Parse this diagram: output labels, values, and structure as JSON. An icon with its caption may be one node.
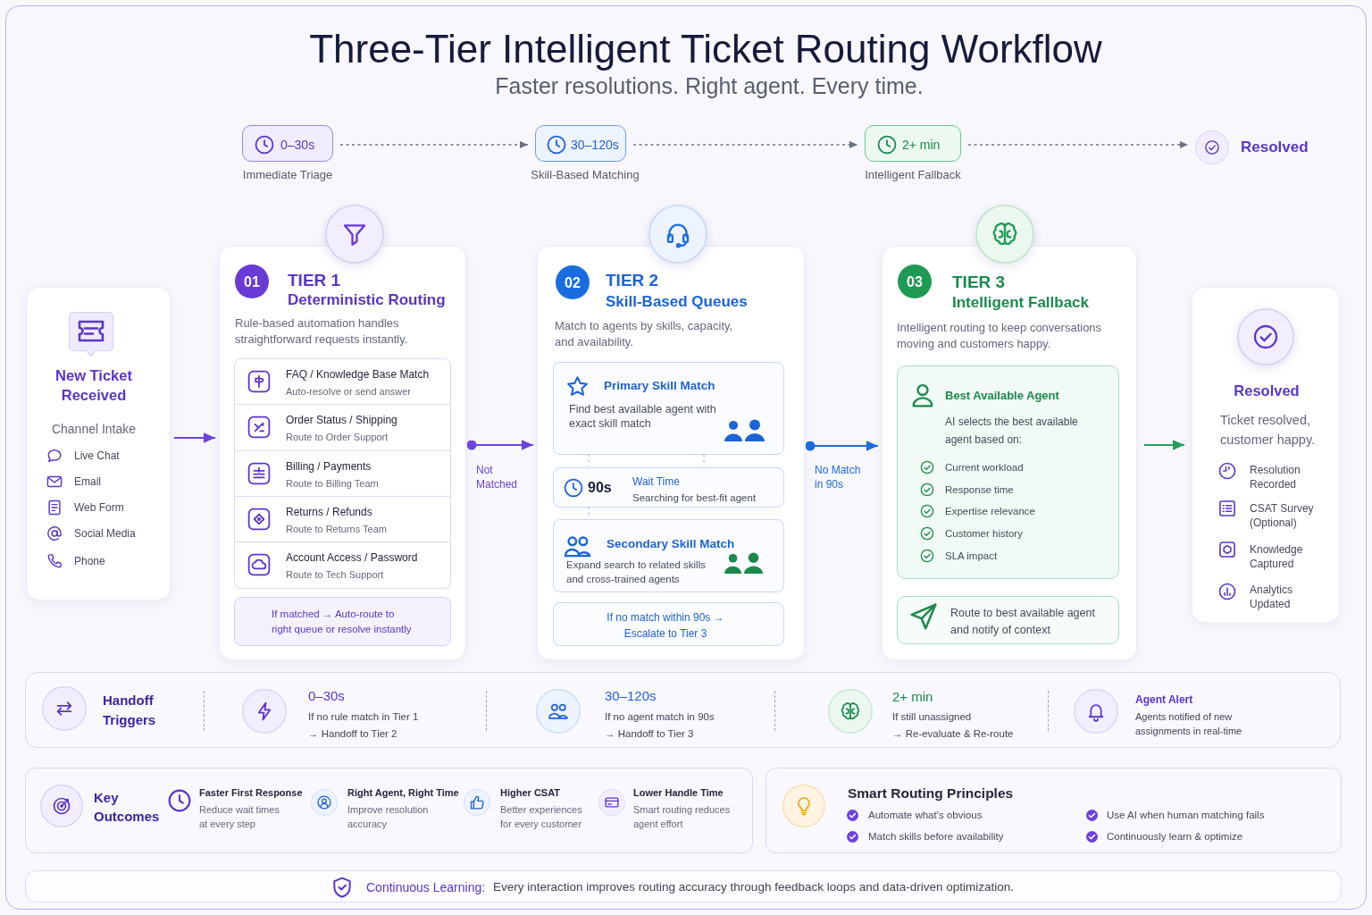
{
  "diagram": {
    "title": "Three-Tier Intelligent Ticket Routing Workflow",
    "nodes": [
      {
        "text": [
          "0–30s"
        ],
        "beside": [
          "Immediate Triage"
        ]
      },
      {
        "text": [
          "30–120s"
        ],
        "beside": [
          "Skill-Based Matching"
        ]
      },
      {
        "text": [
          "2+ min"
        ],
        "beside": [
          "Intelligent Fallback"
        ]
      },
      {
        "text": [
          "Resolved"
        ]
      },
      {
        "text": [
          "New Ticket Received",
          "Channel Intake",
          "Live Chat",
          "Email",
          "Web Form",
          "Social Media",
          "Phone"
        ]
      },
      {
        "text": [
          "01",
          "TIER 1",
          "Deterministic Routing",
          "Rule-based automation handles straightforward requests instantly."
        ]
      },
      {
        "text": [
          "FAQ / Knowledge Base Match",
          "Auto-resolve or send answer"
        ],
        "in": 5
      },
      {
        "text": [
          "Order Status / Shipping",
          "Route to Order Support"
        ],
        "in": 5
      },
      {
        "text": [
          "Billing / Payments",
          "Route to Billing Team"
        ],
        "in": 5
      },
      {
        "text": [
          "Returns / Refunds",
          "Route to Returns Team"
        ],
        "in": 5
      },
      {
        "text": [
          "Account Access / Password",
          "Route to Tech Support"
        ],
        "in": 5
      },
      {
        "text": [
          "If matched → Auto-route to right queue or resolve instantly"
        ],
        "in": 5
      },
      {
        "text": [
          "02",
          "TIER 2",
          "Skill-Based Queues",
          "Match to agents by skills, capacity, and availability."
        ]
      },
      {
        "text": [
          "Primary Skill Match",
          "Find best available agent with exact skill match"
        ],
        "in": 12
      },
      {
        "text": [
          "90s",
          "Wait Time",
          "Searching for best-fit agent"
        ],
        "in": 12
      },
      {
        "text": [
          "Secondary Skill Match",
          "Expand search to related skills and cross-trained agents"
        ],
        "in": 12
      },
      {
        "text": [
          "If no match within 90s → Escalate to Tier 3"
        ],
        "in": 12
      },
      {
        "text": [
          "03",
          "TIER 3",
          "Intelligent Fallback",
          "Intelligent routing to keep conversations moving and customers happy."
        ]
      },
      {
        "text": [
          "Best Available Agent",
          "AI selects the best available agent based on:",
          "Current workload",
          "Response time",
          "Expertise relevance",
          "Customer history",
          "SLA impact"
        ],
        "in": 17
      },
      {
        "text": [
          "Route to best available agent and notify of context"
        ],
        "in": 17
      },
      {
        "text": [
          "Resolved",
          "Ticket resolved, customer happy.",
          "Resolution Recorded",
          "CSAT Survey (Optional)",
          "Knowledge Captured",
          "Analytics Updated"
        ]
      },
      {
        "text": [
          "Handoff Triggers",
          "0–30s",
          "If no rule match in Tier 1",
          "→ Handoff to Tier 2",
          "30–120s",
          "If no agent match in 90s",
          "→ Handoff to Tier 3",
          "2+ min",
          "If still unassigned",
          "→ Re-evaluate & Re-route",
          "Agent Alert",
          "Agents notified of new assignments in real-time"
        ]
      },
      {
        "text": [
          "Key Outcomes",
          "Faster First Response",
          "Reduce wait times at every step",
          "Right Agent, Right Time",
          "Improve resolution accuracy",
          "Higher CSAT",
          "Better experiences for every customer",
          "Lower Handle Time",
          "Smart routing reduces agent effort"
        ]
      },
      {
        "text": [
          "Smart Routing Principles",
          "Automate what's obvious",
          "Match skills before availability",
          "Use AI when human matching fails",
          "Continuously learn & optimize"
        ]
      },
      {
        "text": [
          "Continuous Learning:",
          "Every interaction improves routing accuracy through feedback loops and data-driven optimization."
        ]
      }
    ],
    "edges": [
      {
        "from": 0,
        "to": 1,
        "arrow": "to",
        "style": "dashed"
      },
      {
        "from": 1,
        "to": 2,
        "arrow": "to",
        "style": "dashed"
      },
      {
        "from": 2,
        "to": 3,
        "arrow": "to",
        "style": "dashed"
      },
      {
        "from": 4,
        "to": 5,
        "arrow": "to",
        "color": "#6d42e0"
      },
      {
        "from": 5,
        "to": 12,
        "arrow": "to",
        "label": "Not Matched",
        "color": "#6d42e0"
      },
      {
        "from": 12,
        "to": 17,
        "arrow": "to",
        "label": "No Match in 90s",
        "color": "#1d6ae0"
      },
      {
        "from": 17,
        "to": 20,
        "arrow": "to",
        "color": "#22a05a"
      },
      {
        "from": 13,
        "to": 14,
        "arrow": "none",
        "style": "dashed",
        "color": "#b9c8e6"
      },
      {
        "from": 13,
        "to": 14,
        "arrow": "none",
        "style": "dashed",
        "color": "#b9c8e6"
      },
      {
        "from": 14,
        "to": 15,
        "arrow": "none",
        "style": "dashed",
        "color": "#b9c8e6"
      }
    ],
    "labels": [
      "Faster resolutions. Right agent. Every time."
    ]
  }
}
